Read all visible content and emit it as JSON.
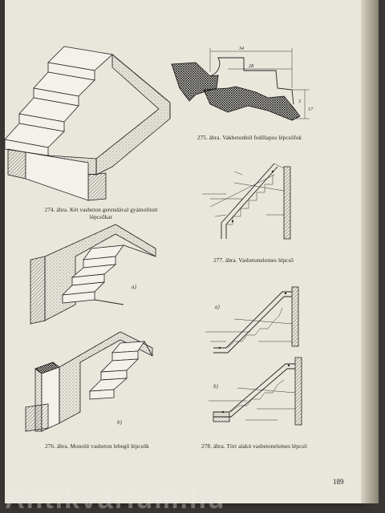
{
  "page": {
    "number": "189"
  },
  "figures": {
    "f274": {
      "caption_line1": "274. ábra. Két vasbeton gerendával gyámolított",
      "caption_line2": "lépcsőkar"
    },
    "f275": {
      "caption": "275. ábra. Vakbetonból fedőlapos lépcsőfok",
      "dims": {
        "top": "34",
        "middle": "28",
        "right_top": "3",
        "right_bottom": "17"
      }
    },
    "f276": {
      "caption": "276. ábra. Monolit vasbeton lebegő lépcsők",
      "label_a": "a)",
      "label_b": "b)"
    },
    "f277": {
      "caption": "277. ábra. Vasbetonelemes lépcső"
    },
    "f278": {
      "caption": "278. ábra. Tört alakú vasbetonelemes lépcső",
      "label_a": "a)",
      "label_b": "b)"
    }
  },
  "watermark": {
    "text": "Antikvárium.hu"
  }
}
